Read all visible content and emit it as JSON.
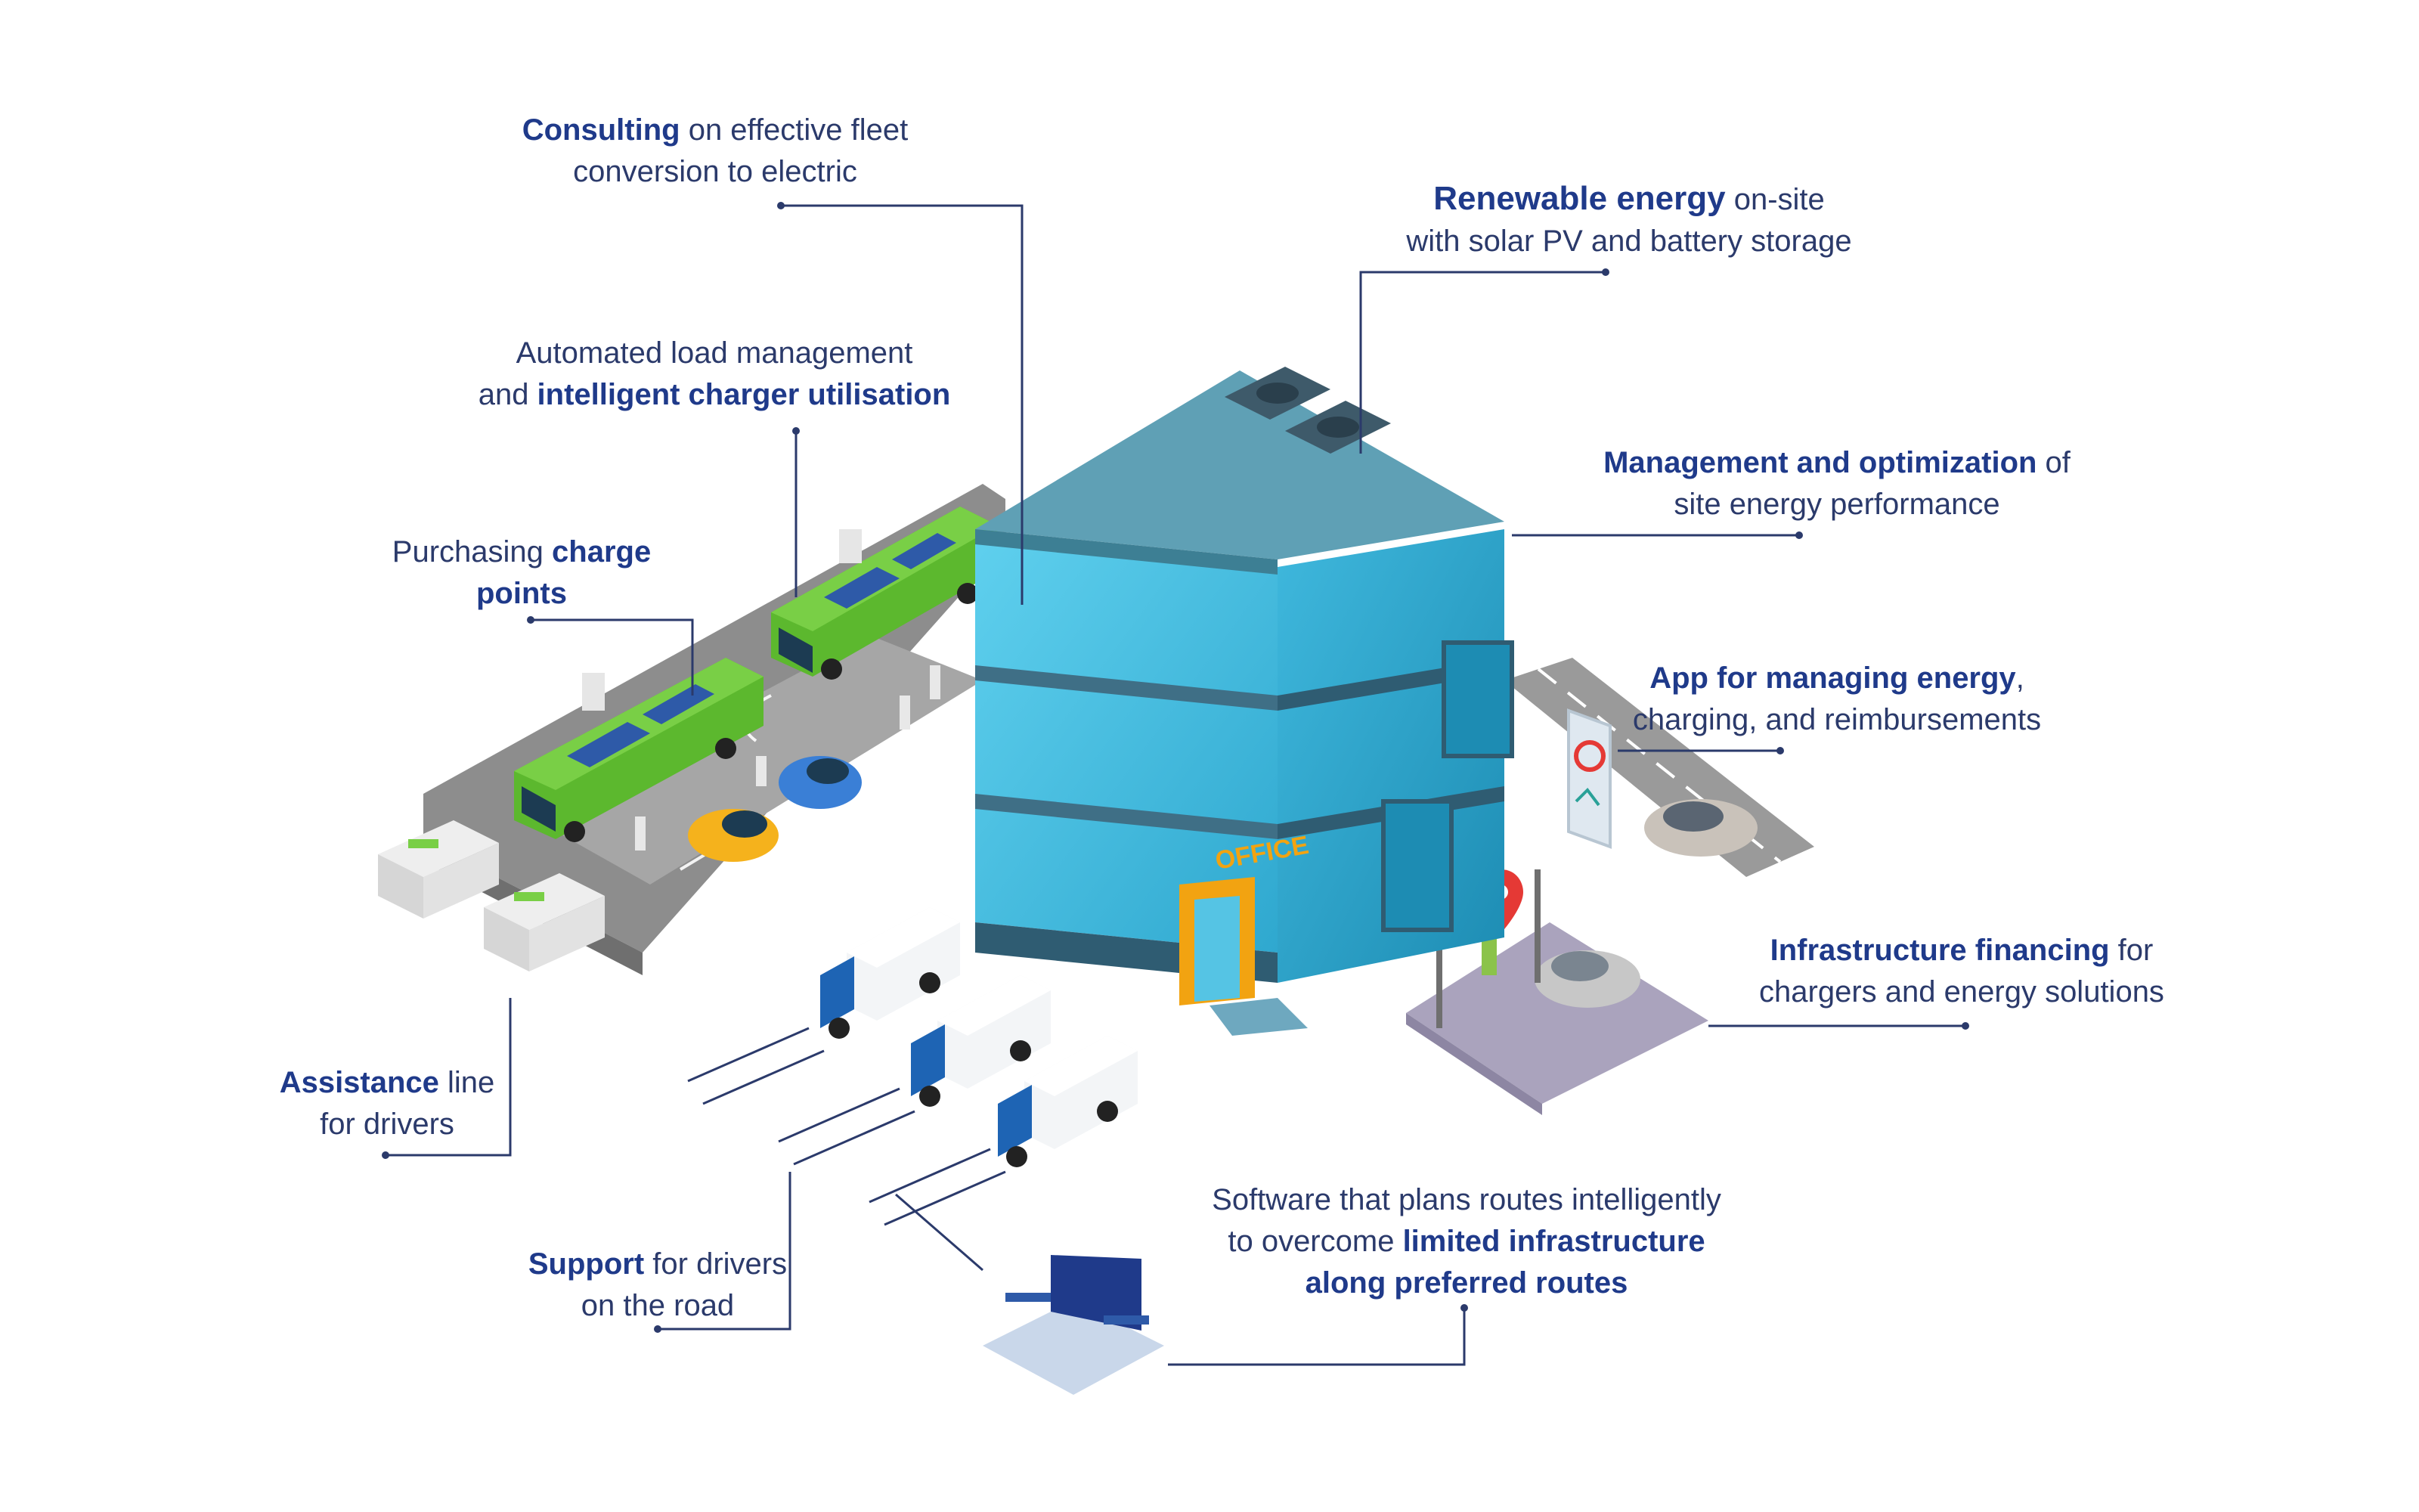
{
  "colors": {
    "text": "#2b3a6b",
    "emphasis": "#1f3a8a",
    "line": "#2b3a6b",
    "building_glass": "#4fc3e0",
    "building_roof": "#5fa0b5",
    "bus_green": "#5cb82e",
    "truck_blue": "#1e64b4",
    "road": "#8a8a8a",
    "office_door": "#f2a311"
  },
  "building_sign": "OFFICE",
  "callouts": [
    {
      "id": "consulting",
      "l1a": "Consulting",
      "l1b": " on effective fleet",
      "l2a": "",
      "l2b": "conversion to electric"
    },
    {
      "id": "load",
      "l1a": "",
      "l1b": "Automated load management",
      "l2a": "and ",
      "l2b": "intelligent charger utilisation"
    },
    {
      "id": "purchasing",
      "l1a": "Purchasing ",
      "l1b": "charge",
      "l2a": "",
      "l2b": "points"
    },
    {
      "id": "renewable",
      "l1a": "Renewable energy",
      "l1b": " on-site",
      "l2a": "",
      "l2b": "with solar PV and battery storage"
    },
    {
      "id": "management",
      "l1a": "Management and optimization",
      "l1b": " of",
      "l2a": "",
      "l2b": "site energy performance"
    },
    {
      "id": "app",
      "l1a": "App for managing energy",
      "l1b": ",",
      "l2a": "",
      "l2b": "charging, and reimbursements"
    },
    {
      "id": "financing",
      "l1a": "Infrastructure financing",
      "l1b": " for",
      "l2a": "",
      "l2b": "chargers and energy solutions"
    },
    {
      "id": "assistance",
      "l1a": "Assistance",
      "l1b": " line",
      "l2a": "",
      "l2b": "for drivers"
    },
    {
      "id": "support",
      "l1a": "Support",
      "l1b": " for drivers",
      "l2a": "",
      "l2b": "on the road"
    },
    {
      "id": "software",
      "l1a": "",
      "l1b": "Software that plans routes intelligently",
      "l2a": "to overcome ",
      "l2b": "limited infrastructure",
      "l3a": "along preferred routes"
    }
  ],
  "icons": [
    "office-building-icon",
    "bus-icon",
    "car-icon",
    "truck-icon",
    "laptop-icon",
    "smartphone-icon",
    "location-pin-icon",
    "charger-icon",
    "rooftop-fan-icon",
    "person-icon"
  ]
}
